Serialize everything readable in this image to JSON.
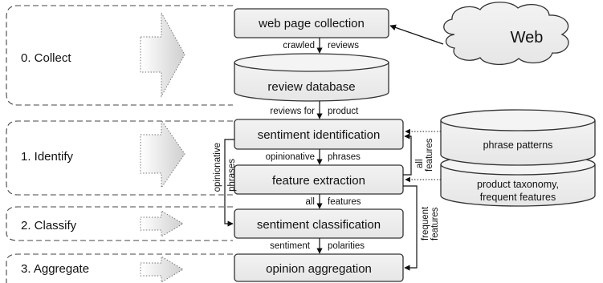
{
  "stages": [
    {
      "label": "0. Collect"
    },
    {
      "label": "1. Identify"
    },
    {
      "label": "2. Classify"
    },
    {
      "label": "3. Aggregate"
    }
  ],
  "boxes": {
    "web_page_collection": "web page collection",
    "review_database": "review database",
    "sentiment_identification": "sentiment identification",
    "feature_extraction": "feature extraction",
    "sentiment_classification": "sentiment classification",
    "opinion_aggregation": "opinion aggregation"
  },
  "external": {
    "web": "Web",
    "phrase_patterns": "phrase patterns",
    "taxonomy_line1": "product taxonomy,",
    "taxonomy_line2": "frequent features"
  },
  "flow_labels": {
    "crawled": "crawled",
    "reviews": "reviews",
    "reviews_for": "reviews for",
    "product": "product",
    "opinionative_left": "opinionative",
    "phrases_right": "phrases",
    "all": "all",
    "features": "features",
    "sentiment": "sentiment",
    "polarities": "polarities",
    "side_opinionative": "opinionative",
    "side_phrases": "phrases",
    "side_all": "all",
    "side_features": "features",
    "side_frequent": "frequent",
    "side_frequent_features": "features"
  }
}
